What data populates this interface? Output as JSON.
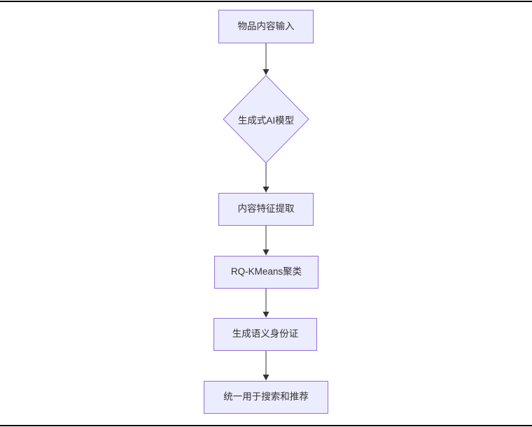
{
  "diagram": {
    "type": "flowchart",
    "direction": "top-down",
    "nodes": [
      {
        "id": "input",
        "shape": "rectangle",
        "label": "物品内容输入"
      },
      {
        "id": "genai",
        "shape": "diamond",
        "label": "生成式AI模型"
      },
      {
        "id": "feature",
        "shape": "rectangle",
        "label": "内容特征提取"
      },
      {
        "id": "rqkmeans",
        "shape": "rectangle",
        "label": "RQ-KMeans聚类"
      },
      {
        "id": "semantic_id",
        "shape": "rectangle",
        "label": "生成语义身份证"
      },
      {
        "id": "unified",
        "shape": "rectangle",
        "label": "统一用于搜索和推荐"
      }
    ],
    "edges": [
      {
        "from": "input",
        "to": "genai",
        "style": "arrow"
      },
      {
        "from": "genai",
        "to": "feature",
        "style": "arrow"
      },
      {
        "from": "feature",
        "to": "rqkmeans",
        "style": "arrow"
      },
      {
        "from": "rqkmeans",
        "to": "semantic_id",
        "style": "arrow"
      },
      {
        "from": "semantic_id",
        "to": "unified",
        "style": "arrow"
      }
    ],
    "colors": {
      "node_fill": "#ECECFF",
      "node_border": "#9370DB",
      "edge": "#333333",
      "text": "#333333",
      "background": "#FFFFFF",
      "frame_line": "#0A0A0A"
    }
  }
}
